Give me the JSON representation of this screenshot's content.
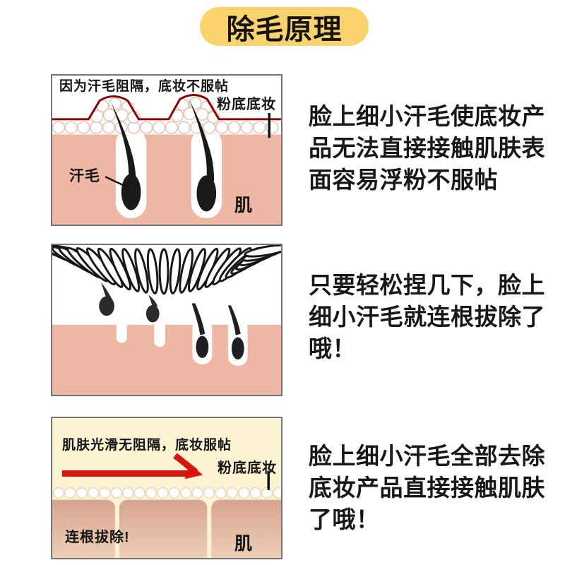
{
  "title": "除毛原理",
  "colors": {
    "title_bg": "#FBD36E",
    "skin_pink": "#EDB7A4",
    "cream": "#FCF3D2",
    "red_line": "#8E0000",
    "arrow_red": "#D91212",
    "hair_black": "#1A1A1A"
  },
  "sections": [
    {
      "panel": {
        "caption": "因为汗毛阻隔，底妆不服帖",
        "foundation_label": "粉底底妆",
        "hair_label": "汗毛",
        "skin_label": "肌"
      },
      "description": "脸上细小汗毛使底妆产\n品无法直接接触肌肤表\n面容易浮粉不服帖"
    },
    {
      "panel": {},
      "description": "只要轻松捏几下，脸上\n细小汗毛就连根拔除了\n哦！"
    },
    {
      "panel": {
        "caption": "肌肤光滑无阻隔，底妆服帖",
        "foundation_label": "粉底底妆",
        "root_removal_label": "连根拔除!",
        "skin_label": "肌"
      },
      "description": "脸上细小汗毛全部去除\n底妆产品直接接触肌肤\n了哦！"
    }
  ]
}
